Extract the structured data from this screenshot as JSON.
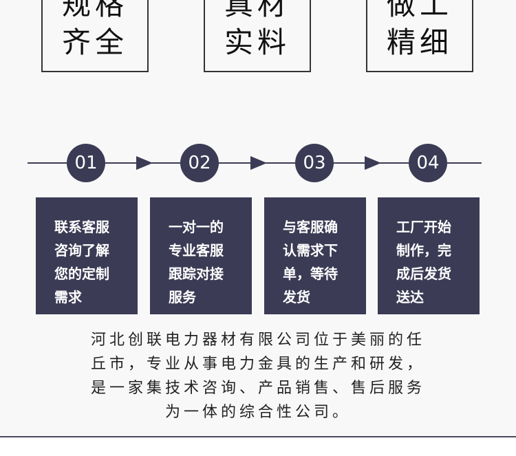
{
  "features": [
    {
      "line1": "规格",
      "line2": "齐全"
    },
    {
      "line1": "真材",
      "line2": "实料"
    },
    {
      "line1": "做工",
      "line2": "精细"
    }
  ],
  "steps": [
    {
      "number": "01",
      "lines": [
        "联系客服",
        "咨询了解",
        "您的定制",
        "需求"
      ]
    },
    {
      "number": "02",
      "lines": [
        "一对一的",
        "专业客服",
        "跟踪对接",
        "服务"
      ]
    },
    {
      "number": "03",
      "lines": [
        "与客服确",
        "认需求下",
        "单，等待",
        "发货"
      ]
    },
    {
      "number": "04",
      "lines": [
        "工厂开始",
        "制作，完",
        "成后发货",
        "送达"
      ]
    }
  ],
  "description": [
    "河北创联电力器材有限公司位于美丽的任",
    "丘市，专业从事电力金具的生产和研发，",
    "是一家集技术咨询、产品销售、售后服务",
    "为一体的综合性公司。"
  ],
  "colors": {
    "accent": "#3b3b55",
    "background": "#f8f8f8"
  }
}
